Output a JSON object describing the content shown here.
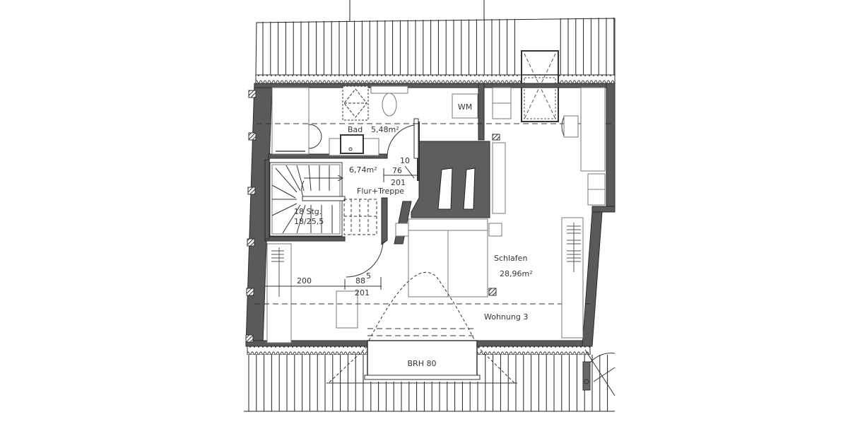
{
  "plan": {
    "unit_label": "Wohnung 3",
    "rooms": [
      {
        "name": "Bad",
        "area": "5,48m²"
      },
      {
        "name": "Flur+Treppe",
        "area": "6,74m²"
      },
      {
        "name": "Schlafen",
        "area": "28,96m²"
      }
    ],
    "appliances": {
      "washing_machine": "WM"
    },
    "stairs": {
      "steps": "18 Stg.",
      "ratio": "18/25,5"
    },
    "dimensions": {
      "door_top_10": "10",
      "door_top_76": "76",
      "door_top_201": "201",
      "bottom_200": "200",
      "bottom_88": "88",
      "bottom_88_sup": "5",
      "bottom_201": "201"
    },
    "dormer": {
      "label": "BRH 80"
    }
  }
}
